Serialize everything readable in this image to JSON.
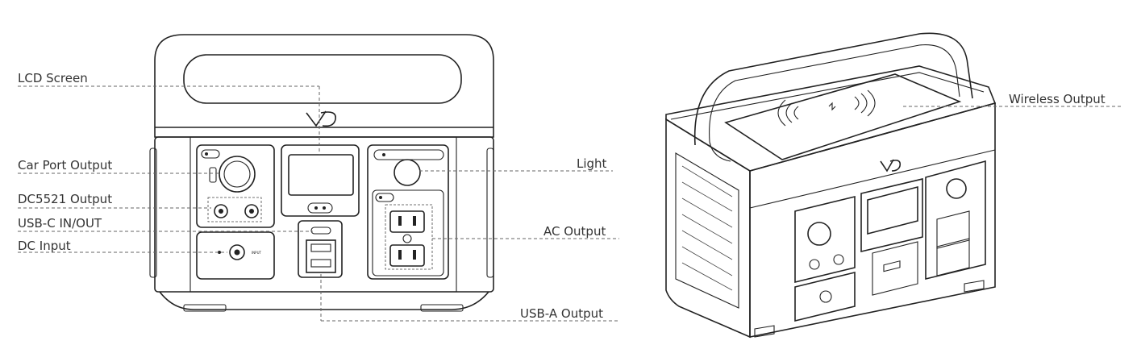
{
  "labels": {
    "lcd_screen": "LCD  Screen",
    "car_port_output": "Car Port Output",
    "dc5521_output": "DC5521 Output",
    "usbc_in_out": "USB-C IN/OUT",
    "dc_input": "DC Input",
    "light": "Light",
    "ac_output": "AC Output",
    "usba_output": "USB-A Output",
    "wireless_output": "Wireless Output"
  }
}
